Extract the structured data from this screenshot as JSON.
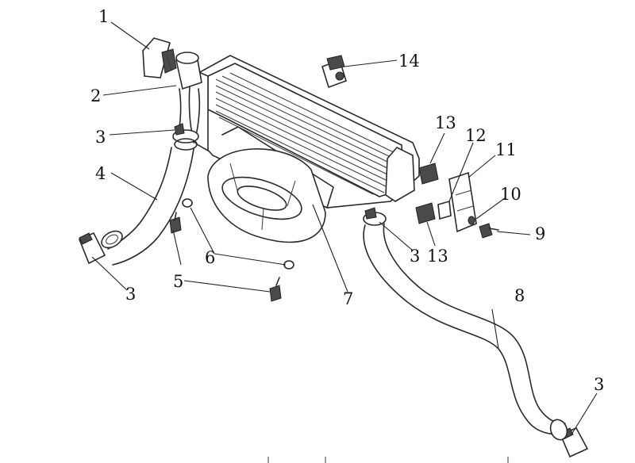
{
  "diagram": {
    "callouts": [
      {
        "id": "c1",
        "text": "1"
      },
      {
        "id": "c2",
        "text": "2"
      },
      {
        "id": "c3a",
        "text": "3"
      },
      {
        "id": "c4",
        "text": "4"
      },
      {
        "id": "c3b",
        "text": "3"
      },
      {
        "id": "c5",
        "text": "5"
      },
      {
        "id": "c6",
        "text": "6"
      },
      {
        "id": "c7",
        "text": "7"
      },
      {
        "id": "c3c",
        "text": "3"
      },
      {
        "id": "c13a",
        "text": "13"
      },
      {
        "id": "c8",
        "text": "8"
      },
      {
        "id": "c3d",
        "text": "3"
      },
      {
        "id": "c9",
        "text": "9"
      },
      {
        "id": "c10",
        "text": "10"
      },
      {
        "id": "c11",
        "text": "11"
      },
      {
        "id": "c12",
        "text": "12"
      },
      {
        "id": "c13b",
        "text": "13"
      },
      {
        "id": "c14",
        "text": "14"
      }
    ]
  }
}
